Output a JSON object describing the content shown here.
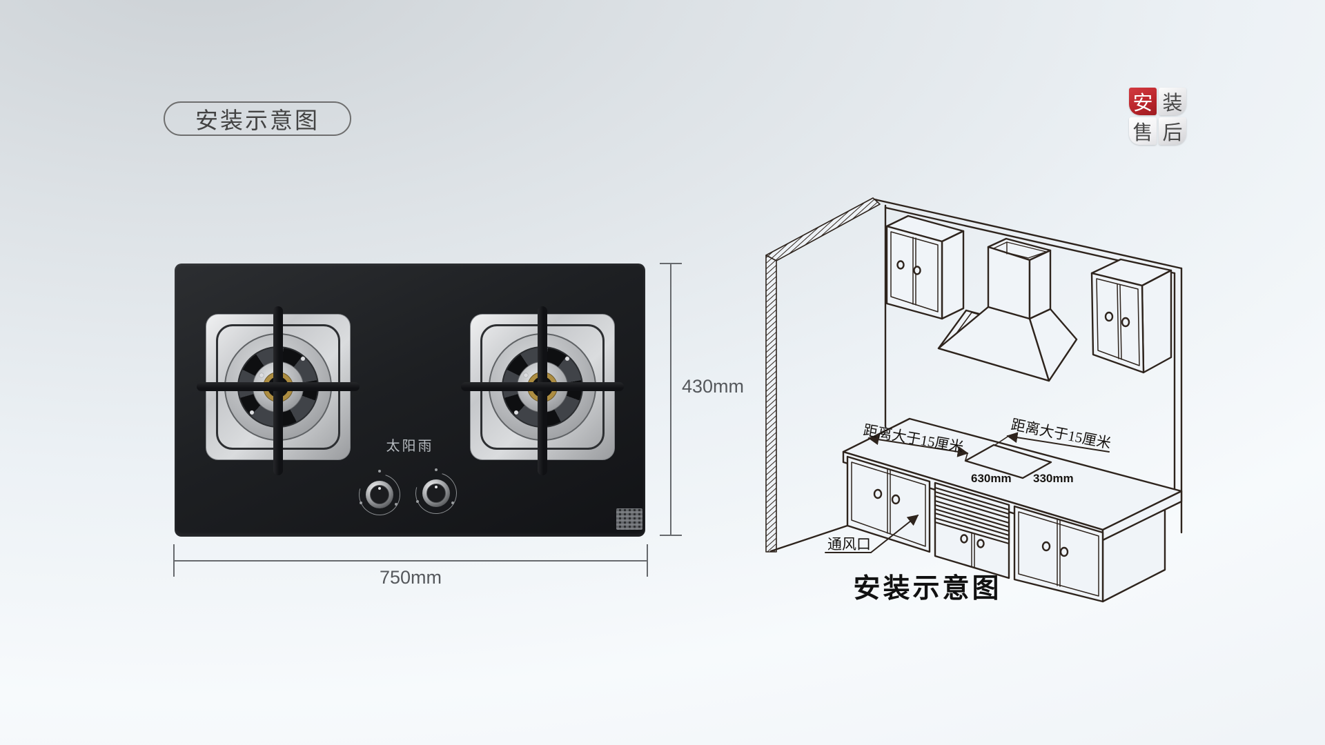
{
  "badge": {
    "label": "安装示意图"
  },
  "corner_logo": {
    "tiles": [
      {
        "char": "安"
      },
      {
        "char": "装"
      },
      {
        "char": "售"
      },
      {
        "char": "后"
      }
    ]
  },
  "stove": {
    "brand": "太阳雨",
    "width_label": "750mm",
    "height_label": "430mm"
  },
  "diagram": {
    "caption": "安装示意图",
    "left_clearance_label": "距离大于15厘米",
    "right_clearance_label": "距离大于15厘米",
    "cutout_width_label": "630mm",
    "cutout_side_label": "330mm",
    "vent_label": "通风口"
  },
  "colors": {
    "accent_red": "#bb262c",
    "drawing_line": "#2e241d",
    "dimension_gray": "#66696d"
  }
}
